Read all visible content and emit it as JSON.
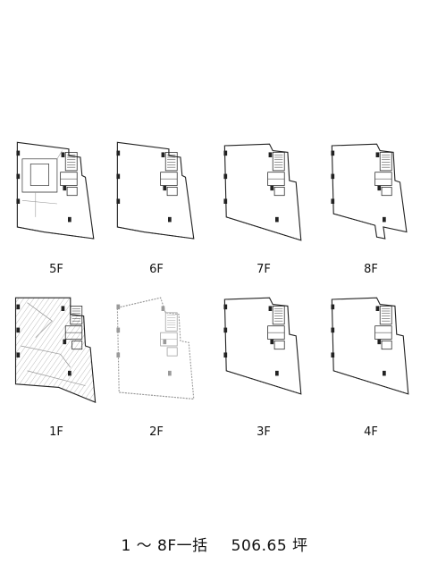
{
  "floors": [
    {
      "id": "5f",
      "label": "5F",
      "variant": "pocket",
      "detail": "office"
    },
    {
      "id": "6f",
      "label": "6F",
      "variant": "pocket",
      "detail": "open"
    },
    {
      "id": "7f",
      "label": "7F",
      "variant": "wing",
      "detail": "open"
    },
    {
      "id": "8f",
      "label": "8F",
      "variant": "wing-notch",
      "detail": "open"
    },
    {
      "id": "1f",
      "label": "1F",
      "variant": "ground",
      "detail": "ground"
    },
    {
      "id": "2f",
      "label": "2F",
      "variant": "light",
      "detail": "open"
    },
    {
      "id": "3f",
      "label": "3F",
      "variant": "wing",
      "detail": "open"
    },
    {
      "id": "4f",
      "label": "4F",
      "variant": "wing",
      "detail": "open"
    }
  ],
  "caption": {
    "range": "1 ～ 8F一括",
    "area": "506.65 坪"
  },
  "colors": {
    "line": "#222222",
    "light_line": "#9a9a9a",
    "hatch": "#b9b9b9"
  }
}
